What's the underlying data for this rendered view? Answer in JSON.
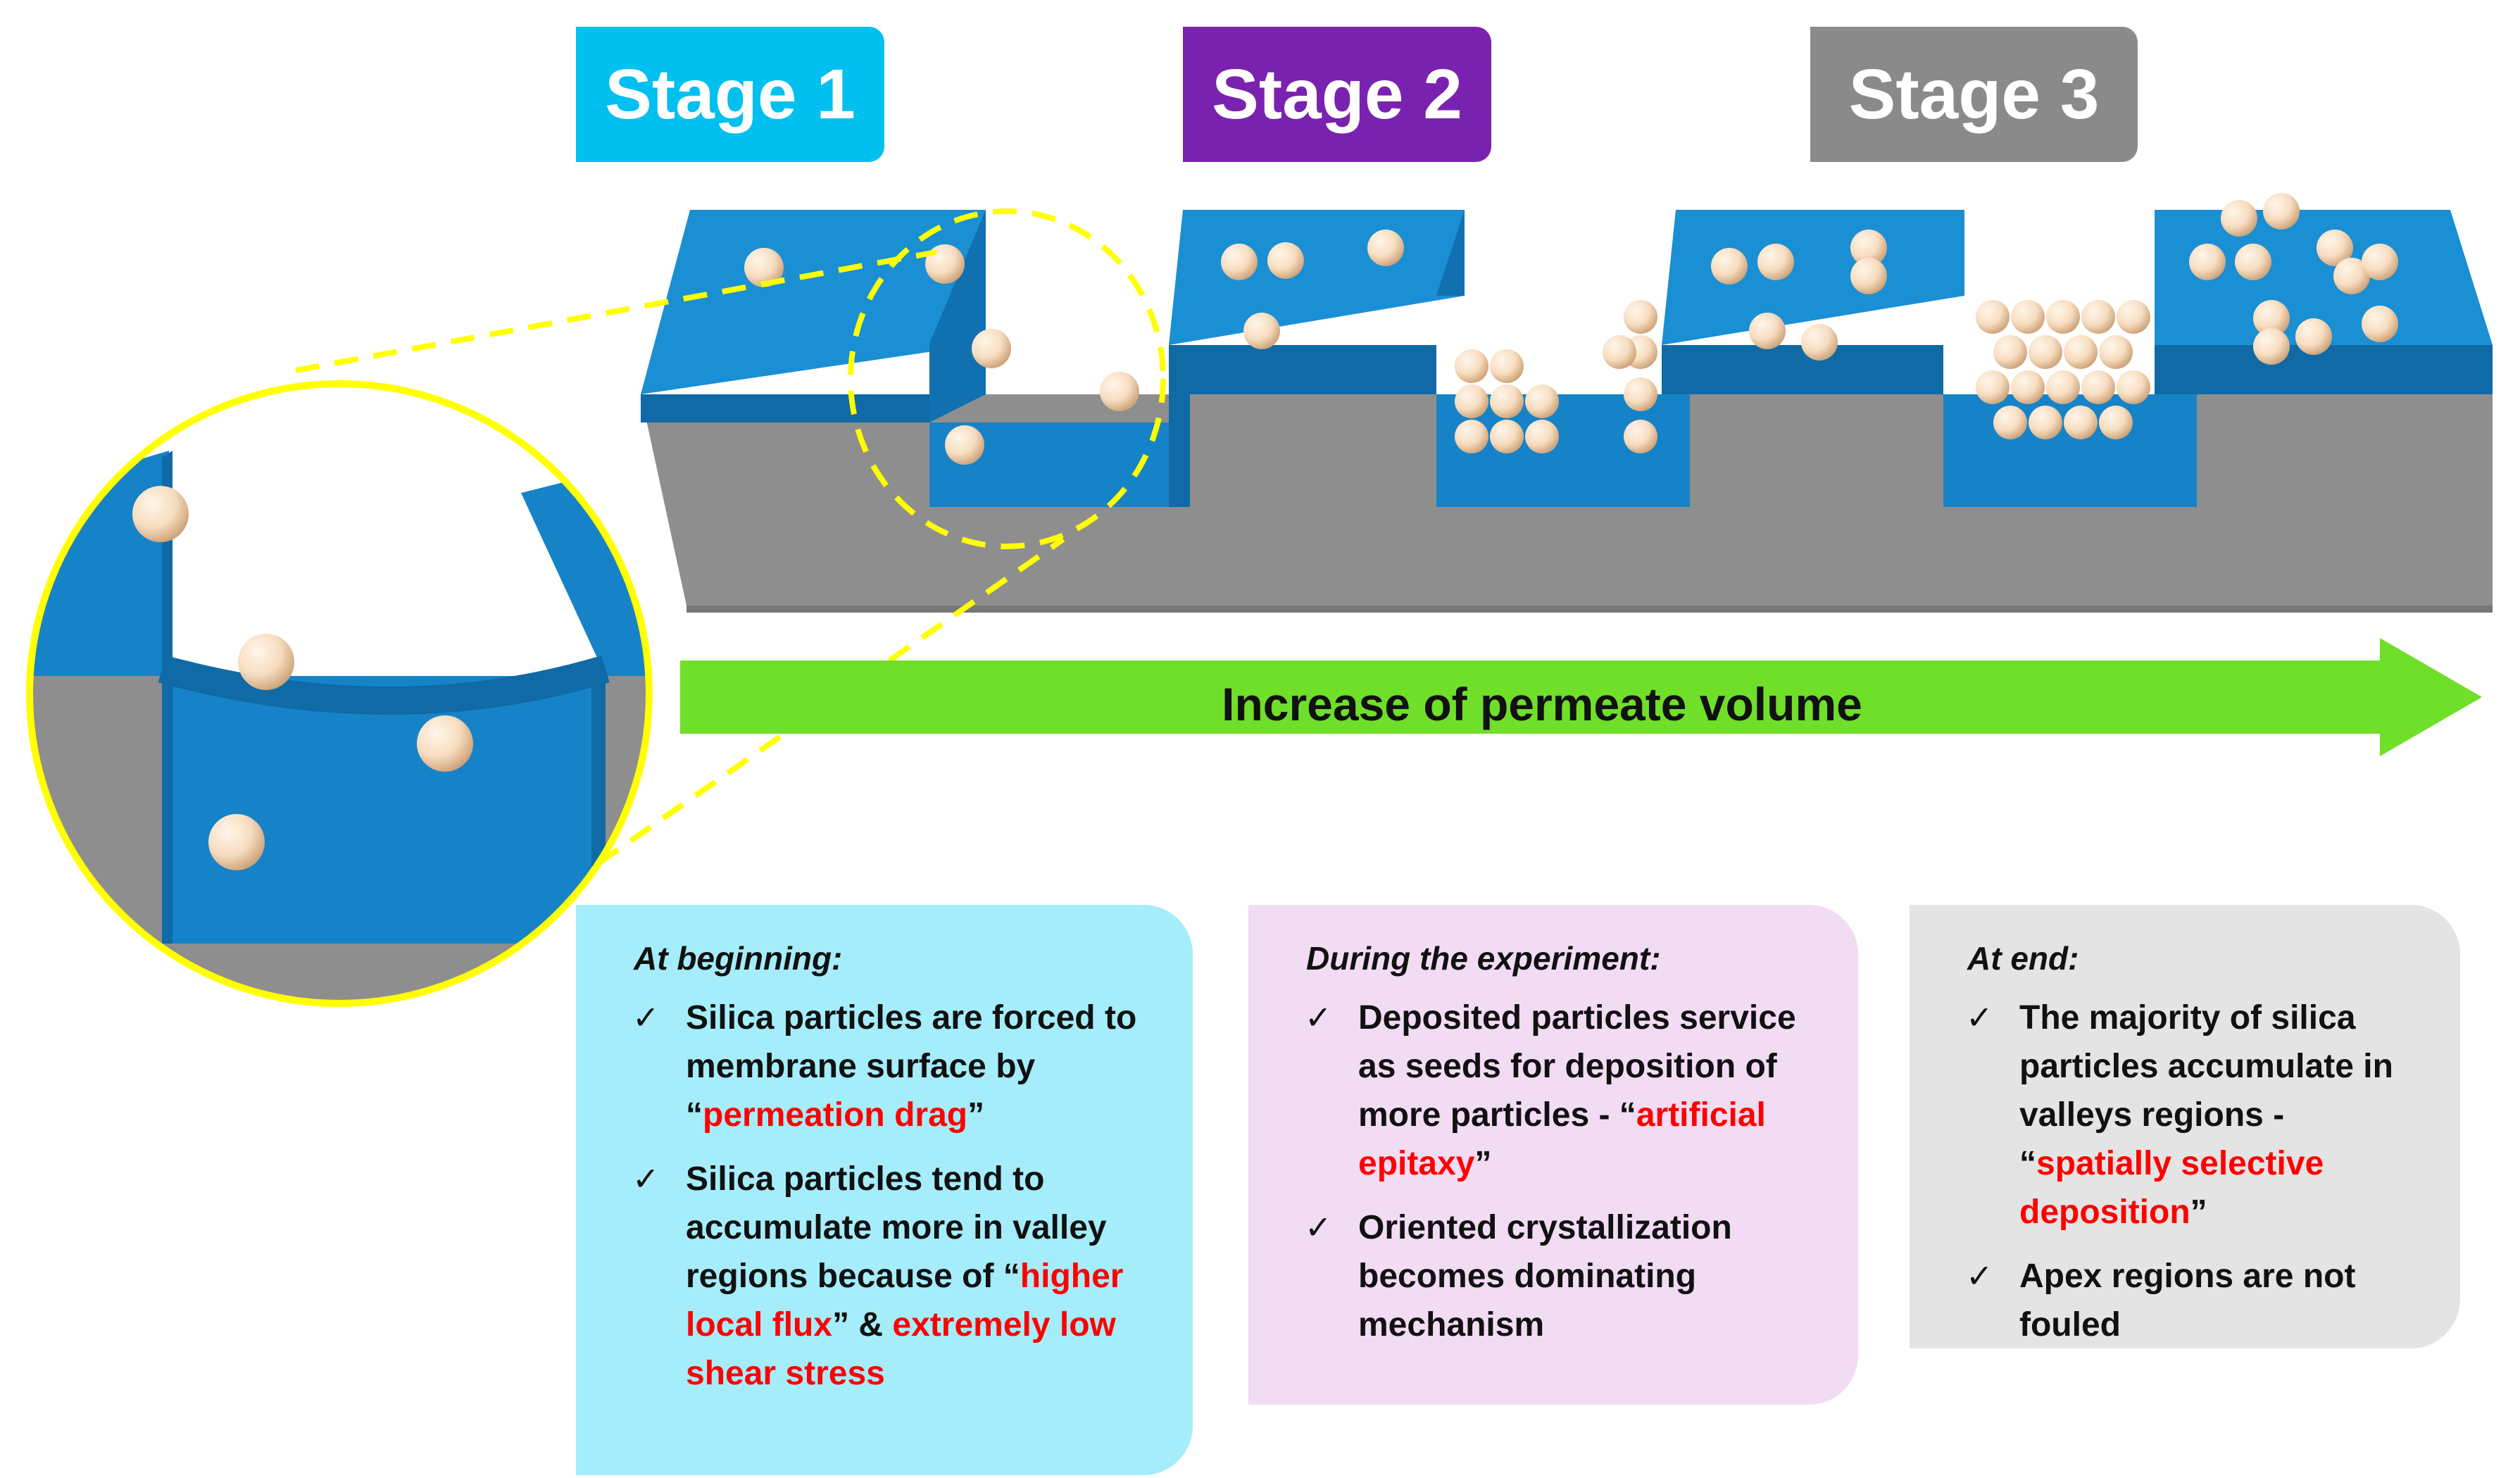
{
  "stages": [
    {
      "label": "Stage 1",
      "color": "#00c0ef"
    },
    {
      "label": "Stage 2",
      "color": "#7a22b0"
    },
    {
      "label": "Stage 3",
      "color": "#8a8a8a"
    }
  ],
  "arrow": {
    "label": "Increase of permeate volume",
    "color": "#6fdf2a"
  },
  "colors": {
    "membrane": "#1683c8",
    "membrane_top": "#1a8fd4",
    "substrate": "#8e8e8e",
    "particle": "#f7ddc0",
    "zoom_outline": "#ffff00",
    "highlight": "#ff0000"
  },
  "boxes": [
    {
      "heading": "At beginning:",
      "bullets": [
        {
          "check": "✓",
          "t1": "Silica particles are forced to membrane surface by “",
          "h1": "permeation drag",
          "t2": "”",
          "h2": "",
          "t3": ""
        },
        {
          "check": "✓",
          "t1": "Silica particles tend to accumulate more in valley regions because of “",
          "h1": "higher local flux",
          "t2": "” & ",
          "h2": "extremely low shear stress",
          "t3": ""
        }
      ]
    },
    {
      "heading": "During the experiment:",
      "bullets": [
        {
          "check": "✓",
          "t1": "Deposited particles service as seeds for deposition of more particles - “",
          "h1": "artificial epitaxy",
          "t2": "”",
          "h2": "",
          "t3": ""
        },
        {
          "check": "✓",
          "t1": "Oriented crystallization becomes dominating mechanism",
          "h1": "",
          "t2": "",
          "h2": "",
          "t3": ""
        }
      ]
    },
    {
      "heading": "At end:",
      "bullets": [
        {
          "check": "✓",
          "t1": "The majority of silica particles accumulate in valleys regions - “",
          "h1": "spatially selective deposition",
          "t2": "”",
          "h2": "",
          "t3": ""
        },
        {
          "check": "✓",
          "t1": "Apex regions are not fouled",
          "h1": "",
          "t2": "",
          "h2": "",
          "t3": ""
        }
      ]
    }
  ]
}
